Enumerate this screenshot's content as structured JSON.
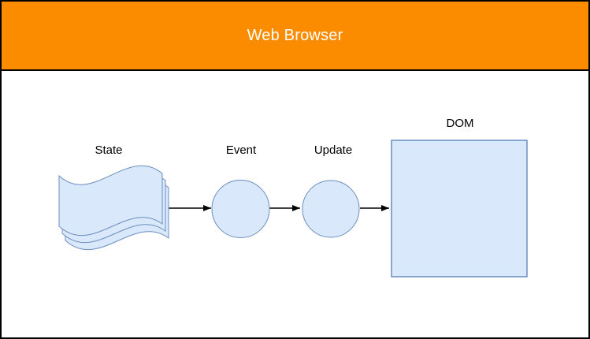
{
  "header": {
    "title": "Web Browser"
  },
  "diagram": {
    "nodes": [
      {
        "id": "state",
        "label": "State",
        "shape": "multi-document"
      },
      {
        "id": "event",
        "label": "Event",
        "shape": "circle"
      },
      {
        "id": "update",
        "label": "Update",
        "shape": "circle"
      },
      {
        "id": "dom",
        "label": "DOM",
        "shape": "square"
      }
    ],
    "edges": [
      {
        "from": "State",
        "to": "Event"
      },
      {
        "from": "Event",
        "to": "Update"
      },
      {
        "from": "Update",
        "to": "DOM"
      }
    ],
    "colors": {
      "header_background": "#FB8C00",
      "header_text": "#FFFFFF",
      "node_fill": "#DAE8FC",
      "node_stroke": "#6C8EBF",
      "arrow": "#000000",
      "border": "#000000",
      "canvas_background": "#FFFFFF"
    }
  }
}
